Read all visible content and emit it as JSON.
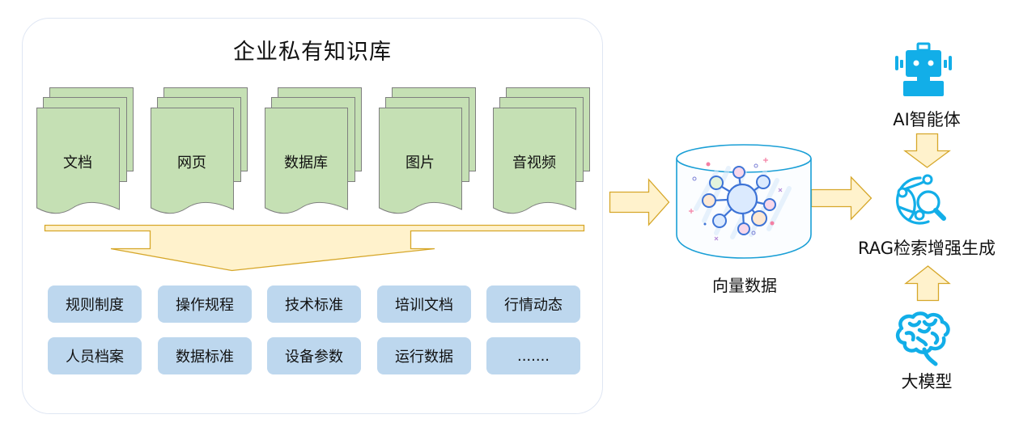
{
  "knowledge_base": {
    "title": "企业私有知识库",
    "sources": [
      {
        "label": "文档"
      },
      {
        "label": "网页"
      },
      {
        "label": "数据库"
      },
      {
        "label": "图片"
      },
      {
        "label": "音视频"
      }
    ],
    "categories": [
      {
        "label": "规则制度"
      },
      {
        "label": "操作规程"
      },
      {
        "label": "技术标准"
      },
      {
        "label": "培训文档"
      },
      {
        "label": "行情动态"
      },
      {
        "label": "人员档案"
      },
      {
        "label": "数据标准"
      },
      {
        "label": "设备参数"
      },
      {
        "label": "运行数据"
      },
      {
        "label": "......."
      }
    ]
  },
  "vector_store": {
    "label": "向量数据",
    "icon": "network-database-icon"
  },
  "agent": {
    "label": "AI智能体",
    "icon": "robot-icon"
  },
  "rag": {
    "label": "RAG检索增强生成",
    "icon": "globe-search-icon"
  },
  "llm": {
    "label": "大模型",
    "icon": "brain-icon"
  },
  "colors": {
    "doc_fill": "#c5e0b4",
    "doc_stroke": "#7f7f7f",
    "tag_fill": "#bdd7ee",
    "arrow_fill": "#fff2cc",
    "arrow_stroke": "#d6a72a",
    "icon_blue": "#12aee8",
    "panel_border": "#dfe6f3"
  }
}
